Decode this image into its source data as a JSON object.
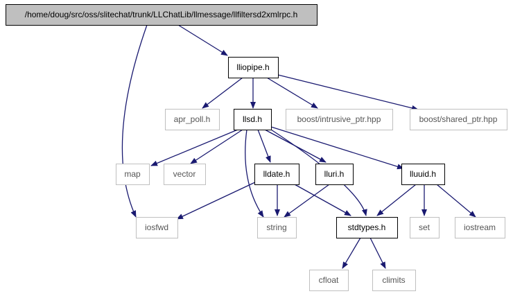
{
  "colors": {
    "edge": "#191970",
    "root_fill": "#bfbfbf",
    "internal_border": "#000000",
    "external_border": "#bfbfbf",
    "text_internal": "#000000",
    "text_external": "#555555",
    "background": "#ffffff"
  },
  "nodes": {
    "root": {
      "label": "/home/doug/src/oss/slitechat/trunk/LLChatLib/llmessage/llfiltersd2xmlrpc.h",
      "kind": "root"
    },
    "lliopipe": {
      "label": "lliopipe.h",
      "kind": "internal"
    },
    "iosfwd": {
      "label": "iosfwd",
      "kind": "external"
    },
    "apr_poll": {
      "label": "apr_poll.h",
      "kind": "external"
    },
    "llsd": {
      "label": "llsd.h",
      "kind": "internal"
    },
    "intrusive_ptr": {
      "label": "boost/intrusive_ptr.hpp",
      "kind": "external"
    },
    "shared_ptr": {
      "label": "boost/shared_ptr.hpp",
      "kind": "external"
    },
    "map": {
      "label": "map",
      "kind": "external"
    },
    "vector": {
      "label": "vector",
      "kind": "external"
    },
    "lldate": {
      "label": "lldate.h",
      "kind": "internal"
    },
    "lluri": {
      "label": "lluri.h",
      "kind": "internal"
    },
    "lluuid": {
      "label": "lluuid.h",
      "kind": "internal"
    },
    "string": {
      "label": "string",
      "kind": "external"
    },
    "stdtypes": {
      "label": "stdtypes.h",
      "kind": "internal"
    },
    "set": {
      "label": "set",
      "kind": "external"
    },
    "iostream": {
      "label": "iostream",
      "kind": "external"
    },
    "cfloat": {
      "label": "cfloat",
      "kind": "external"
    },
    "climits": {
      "label": "climits",
      "kind": "external"
    }
  },
  "edges": [
    [
      "root",
      "lliopipe"
    ],
    [
      "root",
      "iosfwd"
    ],
    [
      "lliopipe",
      "apr_poll"
    ],
    [
      "lliopipe",
      "llsd"
    ],
    [
      "lliopipe",
      "intrusive_ptr"
    ],
    [
      "lliopipe",
      "shared_ptr"
    ],
    [
      "llsd",
      "map"
    ],
    [
      "llsd",
      "vector"
    ],
    [
      "llsd",
      "lldate"
    ],
    [
      "llsd",
      "lluri"
    ],
    [
      "llsd",
      "lluuid"
    ],
    [
      "llsd",
      "string"
    ],
    [
      "llsd",
      "stdtypes"
    ],
    [
      "lldate",
      "iosfwd"
    ],
    [
      "lldate",
      "string"
    ],
    [
      "lldate",
      "stdtypes"
    ],
    [
      "lluri",
      "string"
    ],
    [
      "lluuid",
      "stdtypes"
    ],
    [
      "lluuid",
      "set"
    ],
    [
      "lluuid",
      "iostream"
    ],
    [
      "stdtypes",
      "cfloat"
    ],
    [
      "stdtypes",
      "climits"
    ]
  ]
}
